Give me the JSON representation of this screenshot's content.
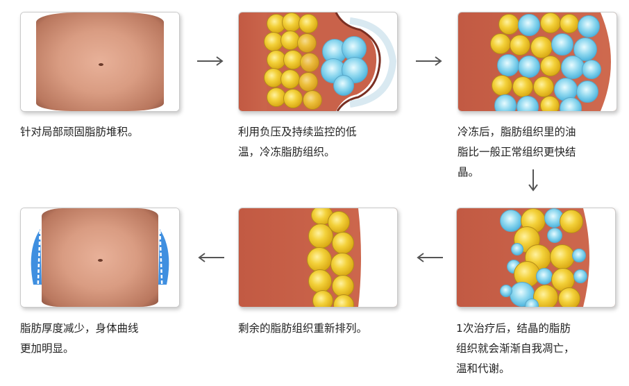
{
  "steps": [
    {
      "id": 1,
      "caption": [
        "针对局部顽固脂肪堆积。"
      ],
      "image": "abdomen-before"
    },
    {
      "id": 2,
      "caption": [
        "利用负压及持续监控的低",
        "温，冷冻脂肪组织。"
      ],
      "image": "vacuum-cooling-fat-cells"
    },
    {
      "id": 3,
      "caption": [
        "冷冻后，脂肪组织里的油",
        "脂比一般正常组织更快结",
        "晶。"
      ],
      "image": "crystallized-fat-cells"
    },
    {
      "id": 4,
      "caption": [
        "1次治疗后，结晶的脂肪",
        "组织就会渐渐自我凋亡，",
        "温和代谢。"
      ],
      "image": "fat-cells-apoptosis"
    },
    {
      "id": 5,
      "caption": [
        "剩余的脂肪组织重新排列。"
      ],
      "image": "remaining-fat-cells"
    },
    {
      "id": 6,
      "caption": [
        "脂肪厚度减少，身体曲线",
        "更加明显。"
      ],
      "image": "abdomen-after"
    }
  ],
  "arrows": [
    {
      "from": 1,
      "to": 2,
      "direction": "right",
      "glyph": "→"
    },
    {
      "from": 2,
      "to": 3,
      "direction": "right",
      "glyph": "→"
    },
    {
      "from": 3,
      "to": 4,
      "direction": "down",
      "glyph": "↓"
    },
    {
      "from": 4,
      "to": 5,
      "direction": "left",
      "glyph": "←"
    },
    {
      "from": 5,
      "to": 6,
      "direction": "left",
      "glyph": "←"
    }
  ],
  "colors": {
    "skin": "#d99c82",
    "muscle": "#c75f46",
    "fat_cell": "#f0c830",
    "frozen_cell": "#6cc4e6",
    "fat_reduction_highlight": "#3f8fe0",
    "arrow": "#555555",
    "panel_border": "#c9c9c9"
  }
}
